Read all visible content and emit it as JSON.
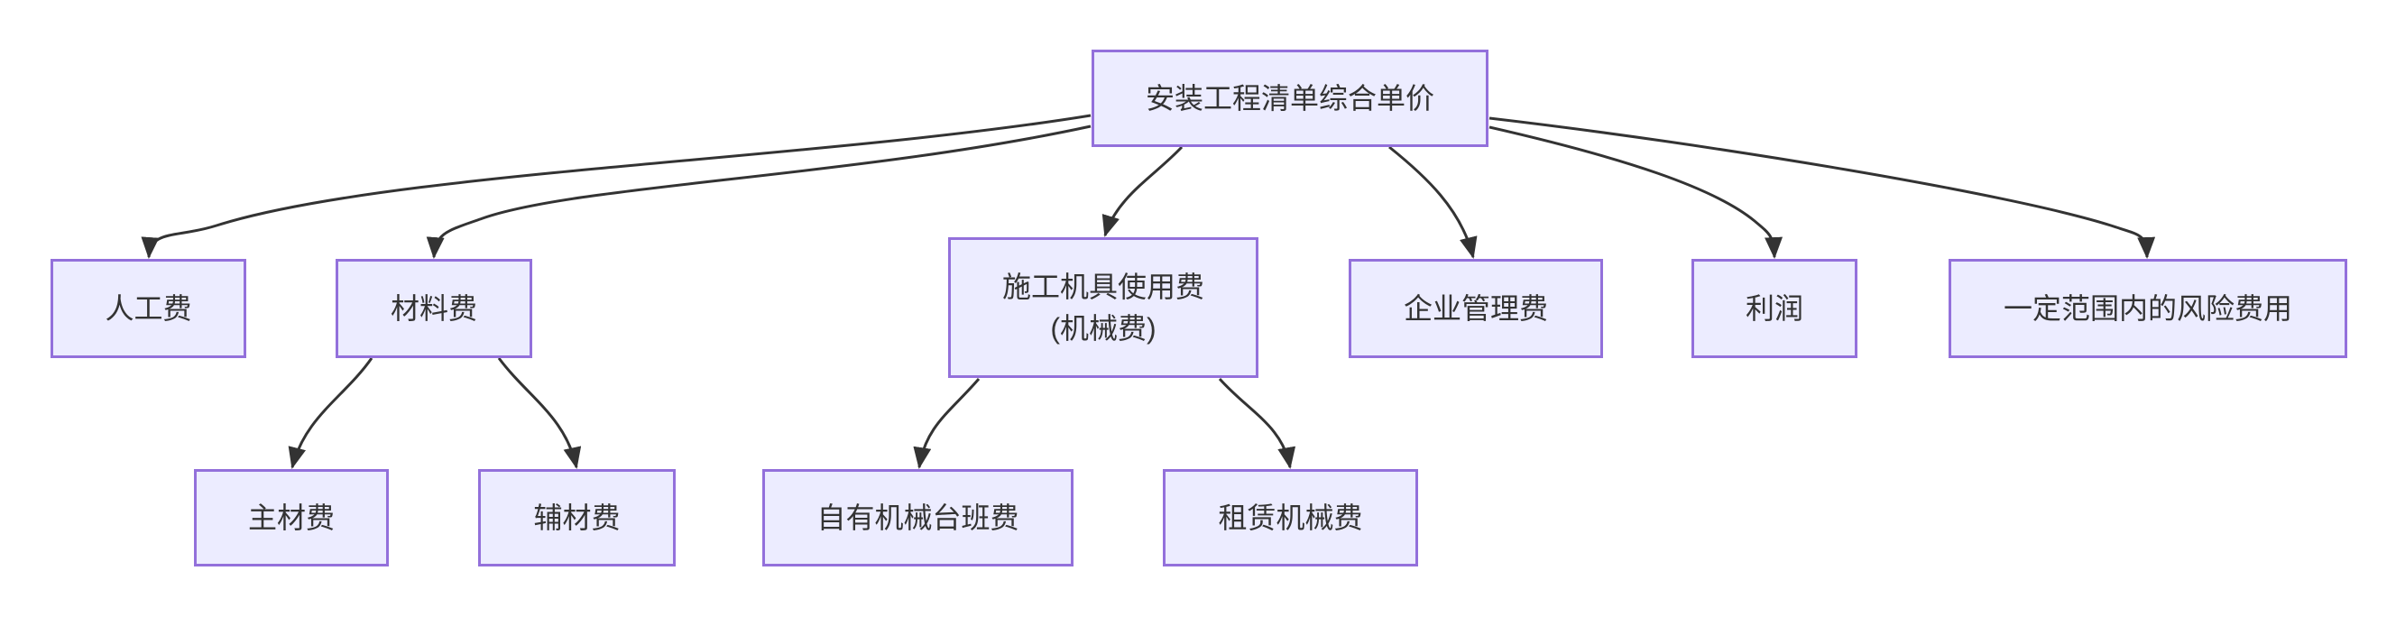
{
  "diagram": {
    "type": "flowchart",
    "direction": "top-down",
    "colors": {
      "node_fill": "#ECECFF",
      "node_border": "#9370DB",
      "edge": "#333333",
      "text": "#333333",
      "background": "#FFFFFF"
    },
    "nodes": {
      "root": {
        "label": "安装工程清单综合单价"
      },
      "labor": {
        "label": "人工费"
      },
      "material": {
        "label": "材料费"
      },
      "machinery": {
        "label": "施工机具使用费",
        "sublabel": "(机械费)"
      },
      "management": {
        "label": "企业管理费"
      },
      "profit": {
        "label": "利润"
      },
      "risk": {
        "label": "一定范围内的风险费用"
      },
      "main_material": {
        "label": "主材费"
      },
      "aux_material": {
        "label": "辅材费"
      },
      "own_machinery": {
        "label": "自有机械台班费"
      },
      "rental_machinery": {
        "label": "租赁机械费"
      }
    },
    "edges": [
      {
        "from": "root",
        "to": "labor"
      },
      {
        "from": "root",
        "to": "material"
      },
      {
        "from": "root",
        "to": "machinery"
      },
      {
        "from": "root",
        "to": "management"
      },
      {
        "from": "root",
        "to": "profit"
      },
      {
        "from": "root",
        "to": "risk"
      },
      {
        "from": "material",
        "to": "main_material"
      },
      {
        "from": "material",
        "to": "aux_material"
      },
      {
        "from": "machinery",
        "to": "own_machinery"
      },
      {
        "from": "machinery",
        "to": "rental_machinery"
      }
    ]
  }
}
